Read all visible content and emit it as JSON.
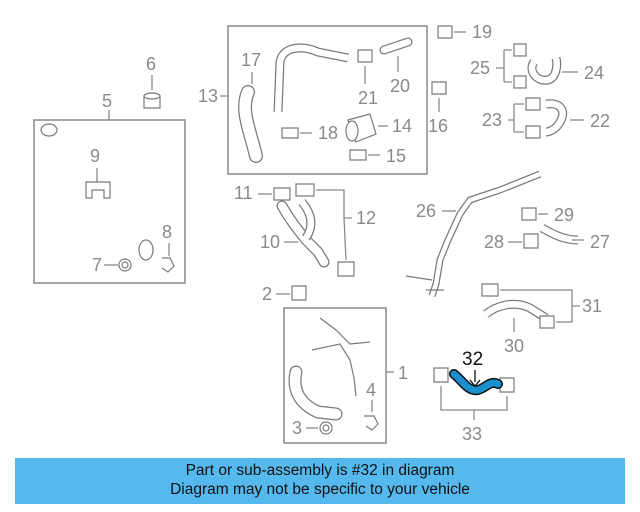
{
  "callouts": {
    "c1": "1",
    "c2": "2",
    "c3": "3",
    "c4": "4",
    "c5": "5",
    "c6": "6",
    "c7": "7",
    "c8": "8",
    "c9": "9",
    "c10": "10",
    "c11": "11",
    "c12": "12",
    "c13": "13",
    "c14": "14",
    "c15": "15",
    "c16": "16",
    "c17": "17",
    "c18": "18",
    "c19": "19",
    "c20": "20",
    "c21": "21",
    "c22": "22",
    "c23": "23",
    "c24": "24",
    "c25": "25",
    "c26": "26",
    "c27": "27",
    "c28": "28",
    "c29": "29",
    "c30": "30",
    "c31": "31",
    "c32": "32",
    "c33": "33"
  },
  "highlight": {
    "part": "32",
    "color": "#1a8fd0"
  },
  "banner": {
    "line1": "Part or sub-assembly is #32 in diagram",
    "line2": "Diagram may not be specific to your vehicle",
    "background": "#56b9ee"
  }
}
